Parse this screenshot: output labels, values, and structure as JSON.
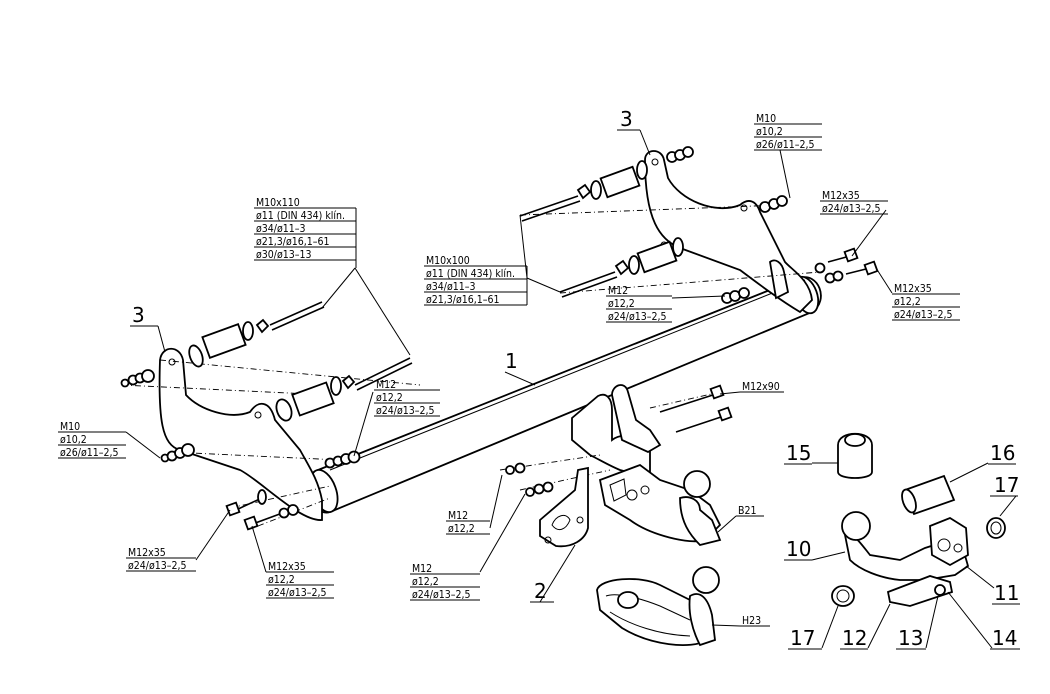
{
  "part_numbers": {
    "p1": "1",
    "p2": "2",
    "p3a": "3",
    "p3b": "3",
    "p10": "10",
    "p11": "11",
    "p12": "12",
    "p13": "13",
    "p14": "14",
    "p15": "15",
    "p16": "16",
    "p17a": "17",
    "p17b": "17"
  },
  "callouts": {
    "m10_left": [
      "M10",
      "ø10,2",
      "ø26/ø11–2,5"
    ],
    "m10_right": [
      "M10",
      "ø10,2",
      "ø26/ø11–2,5"
    ],
    "m10x110": [
      "M10x110",
      "ø11 (DIN 434) klín.",
      "ø34/ø11–3",
      "ø21,3/ø16,1–61",
      "ø30/ø13–13"
    ],
    "m10x100": [
      "M10x100",
      "ø11 (DIN 434) klín.",
      "ø34/ø11–3",
      "ø21,3/ø16,1–61"
    ],
    "m12_mid_top": [
      "M12",
      "ø12,2",
      "ø24/ø13–2,5"
    ],
    "m12_left_mid": [
      "M12",
      "ø12,2",
      "ø24/ø13–2,5"
    ],
    "m12x35_top": [
      "M12x35",
      "ø24/ø13–2,5"
    ],
    "m12x35_right": [
      "M12x35",
      "ø12,2",
      "ø24/ø13–2,5"
    ],
    "m12x90": [
      "M12x90"
    ],
    "m12_small": [
      "M12",
      "ø12,2"
    ],
    "m12_bottom": [
      "M12",
      "ø12,2",
      "ø24/ø13–2,5"
    ],
    "m12x35_bl": [
      "M12x35",
      "ø24/ø13–2,5"
    ],
    "m12x35_bl2": [
      "M12x35",
      "ø12,2",
      "ø24/ø13–2,5"
    ]
  },
  "variant_labels": {
    "b21": "B21",
    "h23": "H23"
  }
}
